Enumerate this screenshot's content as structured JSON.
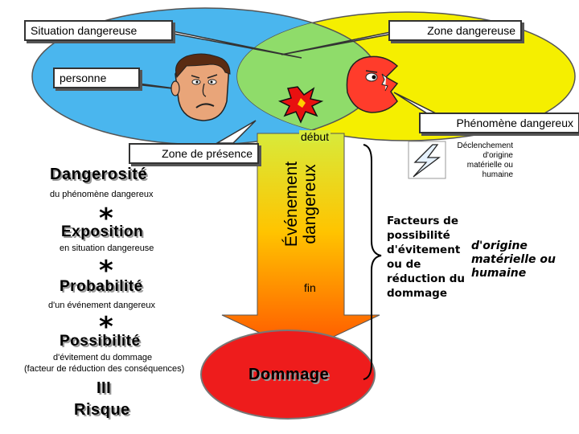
{
  "callouts": {
    "situation": "Situation dangereuse",
    "zone": "Zone dangereuse",
    "personne": "personne",
    "phenomene": "Phénomène dangereux",
    "zone_presence": "Zone de présence"
  },
  "arrow": {
    "debut": "début",
    "fin": "fin",
    "evenement_line1": "Événement",
    "evenement_line2": "dangereux"
  },
  "dommage": "Dommage",
  "left_column": {
    "dangerosite": "Dangerosité",
    "dangerosite_sub": "du phénomène dangereux",
    "star": "*",
    "exposition": "Exposition",
    "exposition_sub": "en situation dangereuse",
    "probabilite": "Probabilité",
    "probabilite_sub": "d'un événement dangereux",
    "possibilite": "Possibilité",
    "possibilite_sub1": "d'évitement du dommage",
    "possibilite_sub2": "(facteur de réduction des conséquences)",
    "equals": "III",
    "risque": "Risque"
  },
  "right": {
    "declenchement1": "Déclenchement",
    "declenchement2": "d'origine",
    "declenchement3": "matérielle ou",
    "declenchement4": "humaine",
    "facteurs1": "Facteurs de",
    "facteurs2": "possibilité",
    "facteurs3": "d'évitement",
    "facteurs4": "ou de",
    "facteurs5": "réduction du",
    "facteurs6": "dommage",
    "origine1": "d'origine",
    "origine2": "matérielle ou",
    "origine3": "humaine"
  },
  "colors": {
    "blue_zone": "#4ab6ee",
    "yellow_zone": "#f5ef00",
    "overlap": "#8fdc6a",
    "arrow_top": "#cfe63a",
    "arrow_bottom": "#ff5a00",
    "dommage": "#ee1c1c"
  },
  "icons": [
    "worried-face-icon",
    "pacman-monster-icon",
    "explosion-icon",
    "lightning-icon"
  ]
}
